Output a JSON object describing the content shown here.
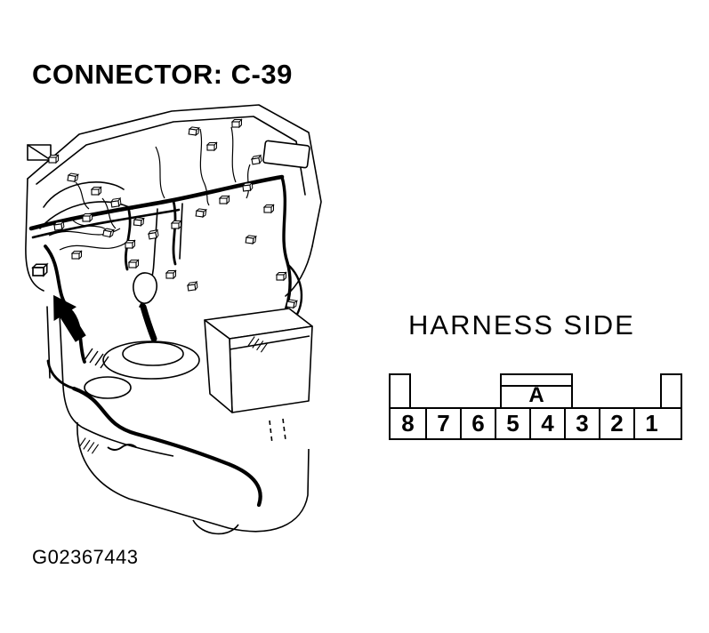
{
  "page": {
    "title": "CONNECTOR: C-39",
    "figure_id": "G02367443"
  },
  "connector": {
    "side_label": "HARNESS SIDE",
    "tab_label": "A",
    "pins": [
      "8",
      "7",
      "6",
      "5",
      "4",
      "3",
      "2",
      "1"
    ]
  },
  "colors": {
    "ink": "#000000",
    "background": "#ffffff"
  }
}
